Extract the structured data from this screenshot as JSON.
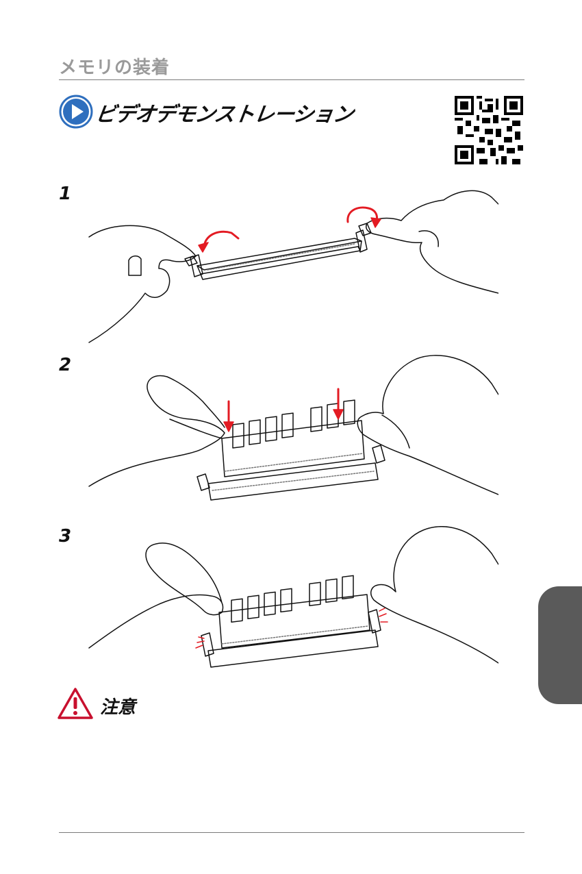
{
  "header": {
    "section_title": "メモリの装着"
  },
  "video": {
    "label": "ビデオデモンストレーション",
    "play_icon": "play-icon",
    "qr_icon": "qr-code"
  },
  "steps": [
    {
      "number": "1"
    },
    {
      "number": "2"
    },
    {
      "number": "3"
    }
  ],
  "caution": {
    "label": "注意",
    "icon": "warning-icon"
  },
  "colors": {
    "accent_blue": "#2f6fbe",
    "arrow_red": "#e31b23",
    "warning_red": "#c8102e",
    "tab_gray": "#5a5a5a"
  }
}
